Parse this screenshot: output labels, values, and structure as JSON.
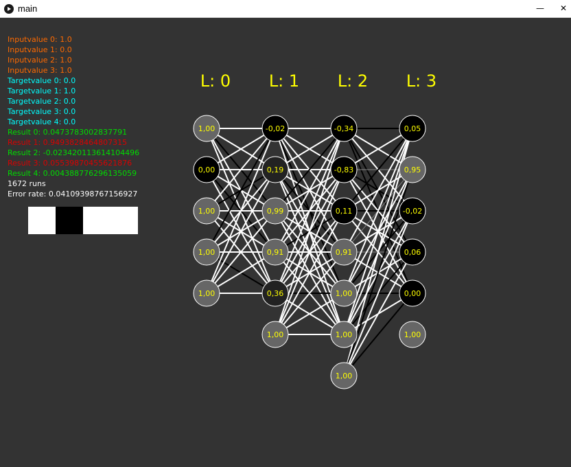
{
  "window": {
    "title": "main",
    "minimize_glyph": "—",
    "close_glyph": "✕"
  },
  "colors": {
    "background": "#333333",
    "input": "#ff6a00",
    "target": "#00ffff",
    "result_correct": "#00dd00",
    "result_wrong": "#dd0000",
    "stats": "#ffffff",
    "layer_label": "#ffff00",
    "node_value": "#ffff00"
  },
  "info": {
    "inputs": [
      "Inputvalue 0: 1.0",
      "Inputvalue 1: 0.0",
      "Inputvalue 2: 1.0",
      "Inputvalue 3: 1.0"
    ],
    "targets": [
      "Targetvalue 0: 0.0",
      "Targetvalue 1: 1.0",
      "Targetvalue 2: 0.0",
      "Targetvalue 3: 0.0",
      "Targetvalue 4: 0.0"
    ],
    "results": [
      {
        "text": "Result 0: 0.0473783002837791",
        "status": "correct"
      },
      {
        "text": "Result 1: 0.9493828464807315",
        "status": "wrong"
      },
      {
        "text": "Result 2: -0.023420113614104496",
        "status": "correct"
      },
      {
        "text": "Result 3: 0.05539870455621876",
        "status": "wrong"
      },
      {
        "text": "Result 4: 0.004388776296135059",
        "status": "correct"
      }
    ],
    "runs": "1672 runs",
    "error_rate": "Error rate: 0.04109398767156927"
  },
  "pattern": [
    "white",
    "black",
    "white",
    "white"
  ],
  "network": {
    "layers": [
      {
        "label": "L: 0",
        "nodes": [
          {
            "value": "1,00",
            "fill": "gray"
          },
          {
            "value": "0,00",
            "fill": "black"
          },
          {
            "value": "1,00",
            "fill": "gray"
          },
          {
            "value": "1,00",
            "fill": "gray"
          },
          {
            "value": "1,00",
            "fill": "gray"
          }
        ]
      },
      {
        "label": "L: 1",
        "nodes": [
          {
            "value": "-0,02",
            "fill": "black"
          },
          {
            "value": "0,19",
            "fill": "dark"
          },
          {
            "value": "0,99",
            "fill": "gray"
          },
          {
            "value": "0,91",
            "fill": "gray"
          },
          {
            "value": "0,36",
            "fill": "dark"
          },
          {
            "value": "1,00",
            "fill": "gray"
          }
        ]
      },
      {
        "label": "L: 2",
        "nodes": [
          {
            "value": "-0,34",
            "fill": "black"
          },
          {
            "value": "-0,83",
            "fill": "black"
          },
          {
            "value": "0,11",
            "fill": "black"
          },
          {
            "value": "0,91",
            "fill": "gray"
          },
          {
            "value": "1,00",
            "fill": "gray"
          },
          {
            "value": "1,00",
            "fill": "gray"
          },
          {
            "value": "1,00",
            "fill": "gray"
          }
        ]
      },
      {
        "label": "L: 3",
        "nodes": [
          {
            "value": "0,05",
            "fill": "black"
          },
          {
            "value": "0,95",
            "fill": "gray"
          },
          {
            "value": "-0,02",
            "fill": "black"
          },
          {
            "value": "0,06",
            "fill": "black"
          },
          {
            "value": "0,00",
            "fill": "black"
          },
          {
            "value": "1,00",
            "fill": "gray"
          }
        ]
      }
    ],
    "edges_01": [
      "w",
      "w",
      "b",
      "w",
      "w",
      "w",
      "w",
      "w",
      "b",
      "w",
      "w",
      "b",
      "w",
      "w",
      "w",
      "b",
      "w",
      "w",
      "w",
      "b",
      "w",
      "w",
      "w",
      "w",
      "w"
    ],
    "edges_12": [
      "w",
      "w",
      "w",
      "w",
      "b",
      "w",
      "w",
      "w",
      "w",
      "b",
      "w",
      "w",
      "b",
      "w",
      "w",
      "w",
      "w",
      "w",
      "w",
      "w",
      "b",
      "w",
      "w",
      "w",
      "w",
      "w",
      "w",
      "w",
      "b",
      "w",
      "w",
      "w",
      "w",
      "w",
      "w",
      "w"
    ],
    "edges_23": [
      "b",
      "w",
      "w",
      "b",
      "b",
      "w",
      "g",
      "b",
      "w",
      "w",
      "b",
      "w",
      "b",
      "w",
      "w",
      "w",
      "g",
      "w",
      "g",
      "w",
      "w",
      "w",
      "b",
      "w",
      "b",
      "w",
      "w",
      "w",
      "b",
      "w",
      "w",
      "b",
      "w",
      "w",
      "b"
    ]
  }
}
